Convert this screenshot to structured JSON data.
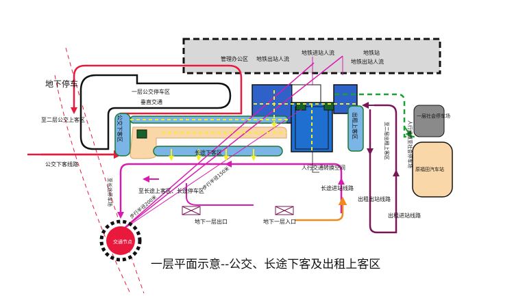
{
  "title": "一层平面示意--公交、长途下客及出租上客区",
  "labels": {
    "underground_parking": "地下停车",
    "admin_area": "管理办公区",
    "metro_exit_flow": "地铁出站人流",
    "metro_enter_flow": "地铁进站人流",
    "metro_station": "地铁站",
    "metro_exit_flow_2": "地铁出站人流",
    "bus_parking_l1": "一层公交停车区",
    "vertical_traffic": "垂直交通",
    "to_l2_bus_dropoff": "至二层公交上客区",
    "bus_dropoff_area": "公交下客区",
    "taxi_pickup": "出租上客区",
    "to_l2_taxi_pickup": "至二层出租上客区",
    "pedestrian_to_social_parking": "人行通道至社会停车场",
    "social_parking_l1": "一层社会停车场",
    "original_coach_station": "原福田汽车站",
    "coach_dropoff": "长途下客区",
    "walk_distance": "步行半径150米",
    "bus_dropoff_route": "公交下客线路",
    "to_coach_parking": "至长途停车场",
    "to_coach_pickup": "至长途上客区、长途停车区",
    "pedestrian_transfer": "人行交通转换空间",
    "coach_entry_route": "长途进站线路",
    "taxi_exit_route": "出租出站线路",
    "taxi_entry_route": "出租进站线路",
    "underground_exit": "地下一层出口",
    "underground_entry": "地下一层入口",
    "walk_distance_2": "步行半径200米",
    "traffic_node": "交通节点"
  },
  "colors": {
    "bus_route": "#e8193c",
    "coach_route": "#d81bb0",
    "taxi_route": "#7a1456",
    "pedestrian": "#f2ee2a",
    "green_path": "#19a033",
    "metro": "#1f6fd0",
    "admin_fill": "#d8d8d8",
    "coach_station_fill": "#f9d7a8"
  },
  "icons": {
    "arrow": "arrowhead",
    "node": "traffic-node-circle",
    "entrance": "x-box-icon"
  }
}
